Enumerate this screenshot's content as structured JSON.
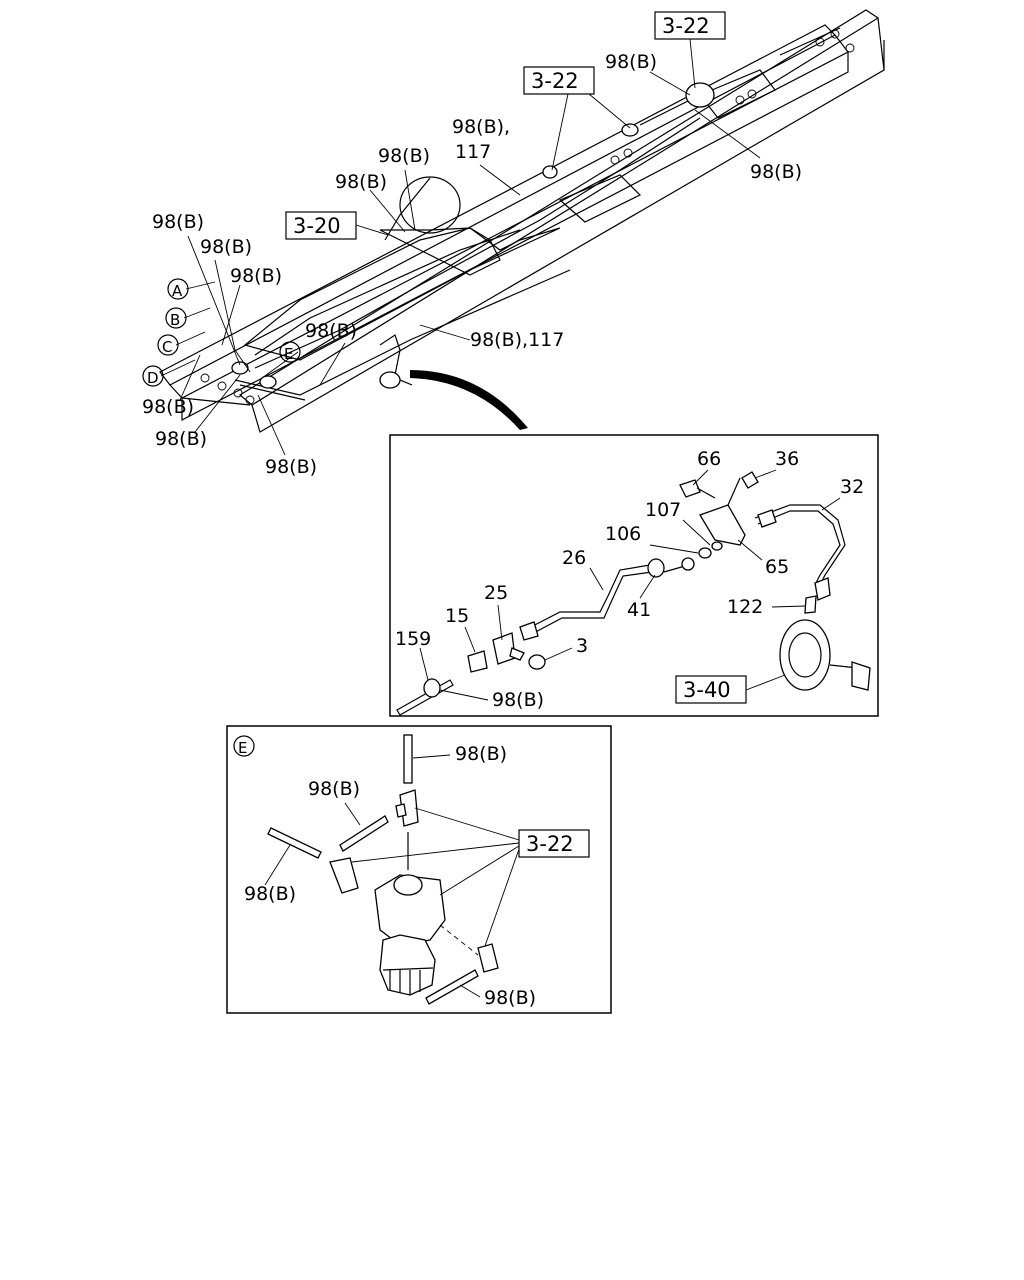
{
  "refs": {
    "r1": "3-22",
    "r2": "3-22",
    "r3": "3-20",
    "r4": "3-40",
    "r5": "3-22"
  },
  "circles": {
    "A": "A",
    "B": "B",
    "C": "C",
    "D": "D",
    "E": "E",
    "E2": "E"
  },
  "labels": {
    "a1": "98(B)",
    "a2": "98(B)",
    "a3": "98(B),",
    "a4": "117",
    "a5": "98(B)",
    "a6": "98(B)",
    "a7": "98(B)",
    "a8": "98(B)",
    "a9": "98(B)",
    "a10": "98(B)",
    "a11": "98(B),117",
    "a12": "98(B)",
    "a13": "98(B)",
    "a14": "98(B)",
    "d1": "66",
    "d2": "36",
    "d3": "32",
    "d4": "107",
    "d5": "106",
    "d6": "65",
    "d7": "26",
    "d8": "25",
    "d9": "41",
    "d10": "122",
    "d11": "15",
    "d12": "3",
    "d13": "159",
    "d14": "98(B)",
    "e1": "98(B)",
    "e2": "98(B)",
    "e3": "98(B)",
    "e4": "98(B)"
  },
  "colors": {
    "line": "#000000",
    "background": "#ffffff"
  }
}
